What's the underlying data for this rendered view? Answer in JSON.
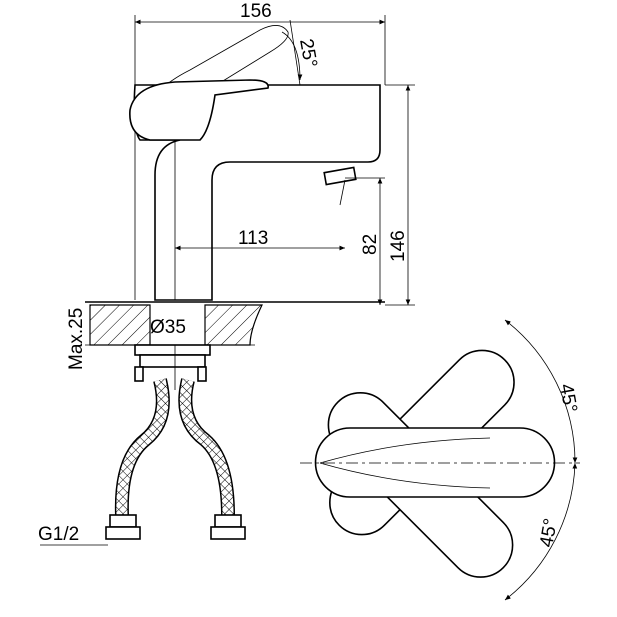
{
  "dimensions": {
    "total_length": "156",
    "lever_angle": "25°",
    "spout_reach": "113",
    "spout_height": "82",
    "total_height": "146",
    "max_counter_thickness": "Max.25",
    "hole_diameter": "Ø35",
    "connection_thread": "G1/2",
    "rotation_up": "45°",
    "rotation_down": "45°"
  }
}
